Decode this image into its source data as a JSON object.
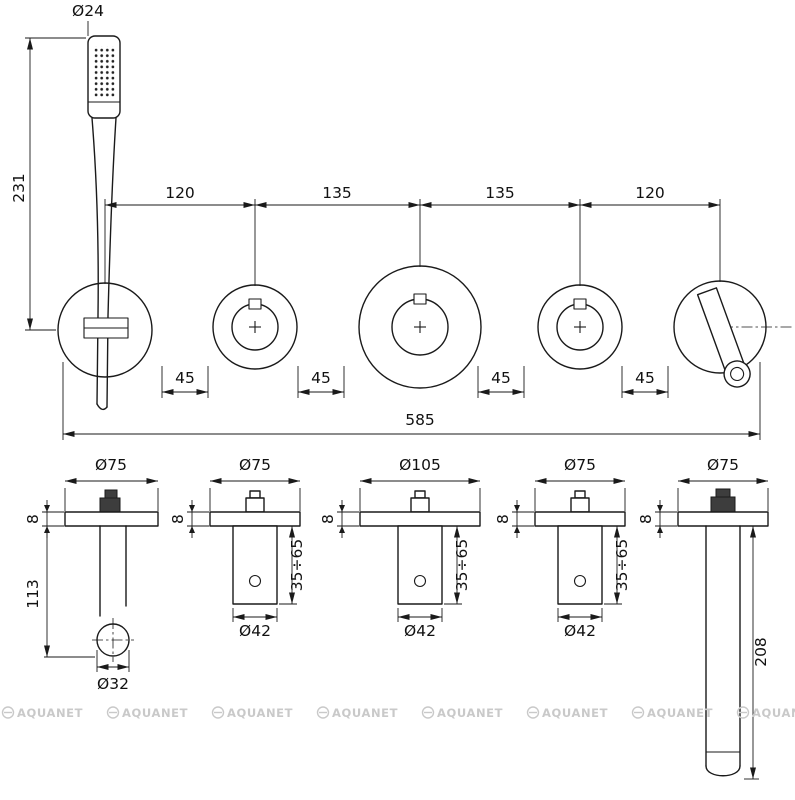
{
  "front_view": {
    "handshower_diameter": "Ø24",
    "handshower_height": "231",
    "spacings": [
      "120",
      "135",
      "135",
      "120"
    ],
    "offsets": [
      "45",
      "45",
      "45",
      "45"
    ],
    "overall_width": "585"
  },
  "side_views": [
    {
      "plate_diameter": "Ø75",
      "plate_thickness": "8",
      "projection": "113",
      "outlet_diameter": "Ø32"
    },
    {
      "plate_diameter": "Ø75",
      "plate_thickness": "8",
      "install_depth": "35÷65",
      "body_diameter": "Ø42"
    },
    {
      "plate_diameter": "Ø105",
      "plate_thickness": "8",
      "install_depth": "35÷65",
      "body_diameter": "Ø42"
    },
    {
      "plate_diameter": "Ø75",
      "plate_thickness": "8",
      "install_depth": "35÷65",
      "body_diameter": "Ø42"
    },
    {
      "plate_diameter": "Ø75",
      "plate_thickness": "8",
      "spout_length": "208"
    }
  ],
  "watermark": {
    "text": "AQUANET"
  }
}
